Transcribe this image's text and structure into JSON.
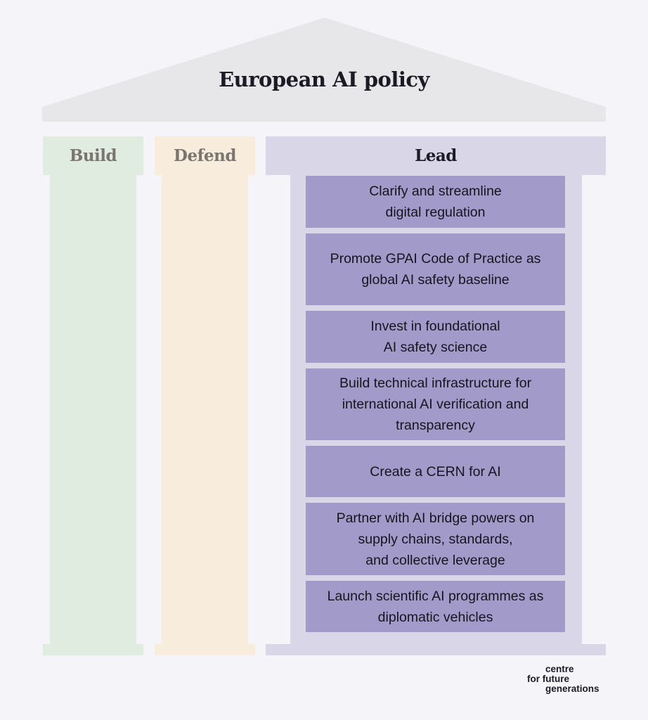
{
  "title": "European AI policy",
  "pillars": {
    "build": {
      "label": "Build",
      "color": "#e1ece0"
    },
    "defend": {
      "label": "Defend",
      "color": "#f8eddd"
    },
    "lead": {
      "label": "Lead",
      "color": "#d9d6e7",
      "items": [
        "Clarify and streamline\ndigital regulation",
        "Promote GPAI Code of Practice as\nglobal AI safety baseline",
        "Invest in foundational\nAI safety science",
        "Build technical infrastructure for\ninternational AI verification and\ntransparency",
        "Create a CERN for AI",
        "Partner with AI bridge powers on\nsupply chains, standards,\nand collective leverage",
        "Launch scientific AI programmes as\ndiplomatic vehicles"
      ]
    }
  },
  "logo": {
    "line1": "centre",
    "line2": "for future",
    "line3": "generations"
  }
}
